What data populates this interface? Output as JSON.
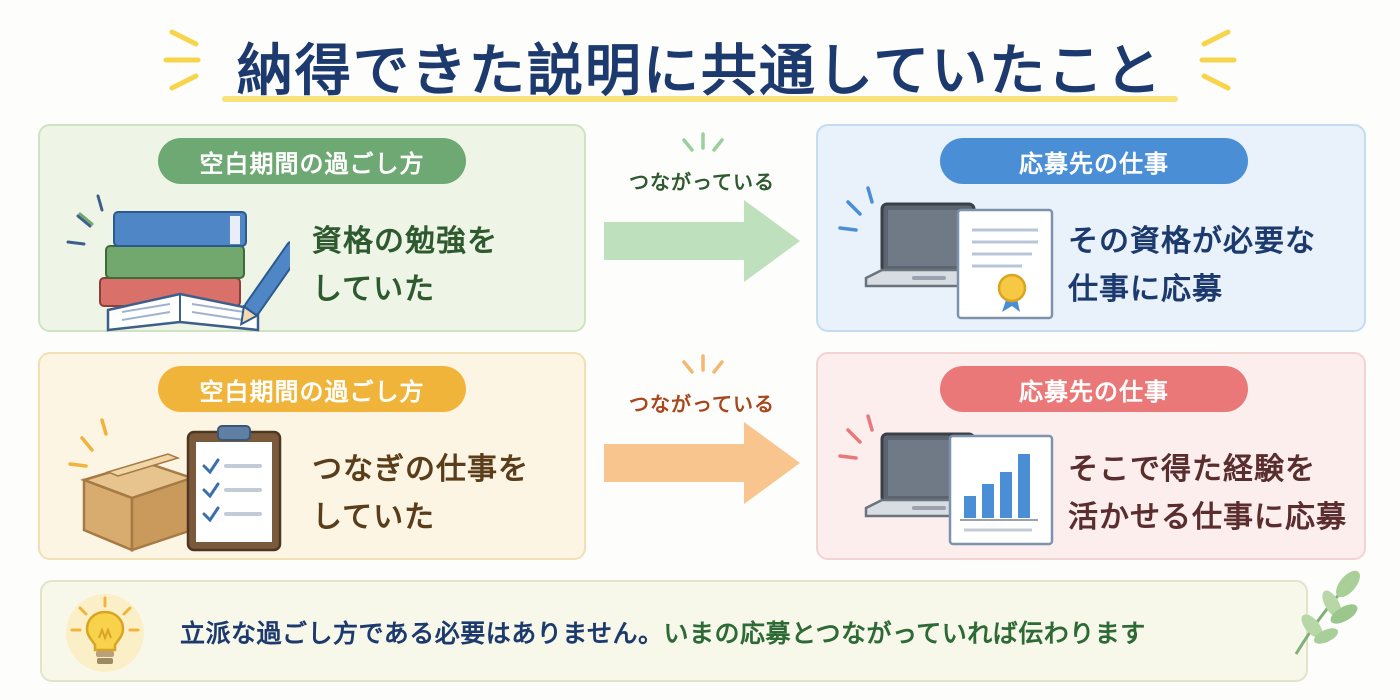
{
  "title": "納得できた説明に共通していたこと",
  "rows": [
    {
      "left": {
        "label": "空白期間の過ごし方",
        "lines": [
          "資格の勉強を",
          "していた"
        ]
      },
      "connector": "つながっている",
      "right": {
        "label": "応募先の仕事",
        "lines": [
          "その資格が必要な",
          "仕事に応募"
        ]
      }
    },
    {
      "left": {
        "label": "空白期間の過ごし方",
        "lines": [
          "つなぎの仕事を",
          "していた"
        ]
      },
      "connector": "つながっている",
      "right": {
        "label": "応募先の仕事",
        "lines": [
          "そこで得た経験を",
          "活かせる仕事に応募"
        ]
      }
    }
  ],
  "footer": {
    "part1": "立派な過ごし方である必要はありません。",
    "part2": "いまの応募とつながっていれば伝わります"
  },
  "colors": {
    "title": "#1d3a6e",
    "green": "#6ea872",
    "orange": "#f0b43a",
    "blue": "#4a8fd6",
    "pink": "#ea7878"
  },
  "icons": [
    "books-icon",
    "pen-icon",
    "laptop-icon",
    "certificate-icon",
    "box-icon",
    "clipboard-icon",
    "bar-chart-icon",
    "lightbulb-icon",
    "leaf-icon"
  ]
}
